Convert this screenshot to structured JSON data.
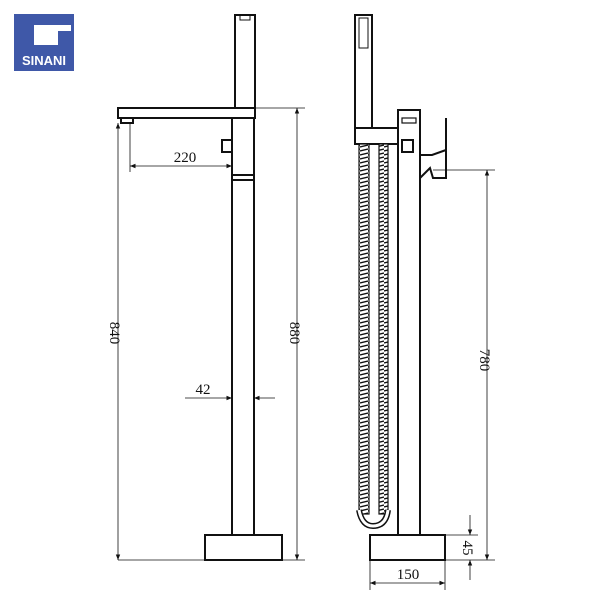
{
  "logo": {
    "brand": "SINANI",
    "color": "#3f58a8"
  },
  "dimensions": {
    "spout_reach": "220",
    "spout_height": "840",
    "total_height": "880",
    "pipe_diameter": "42",
    "handle_height": "780",
    "base_height": "45",
    "base_width": "150"
  }
}
